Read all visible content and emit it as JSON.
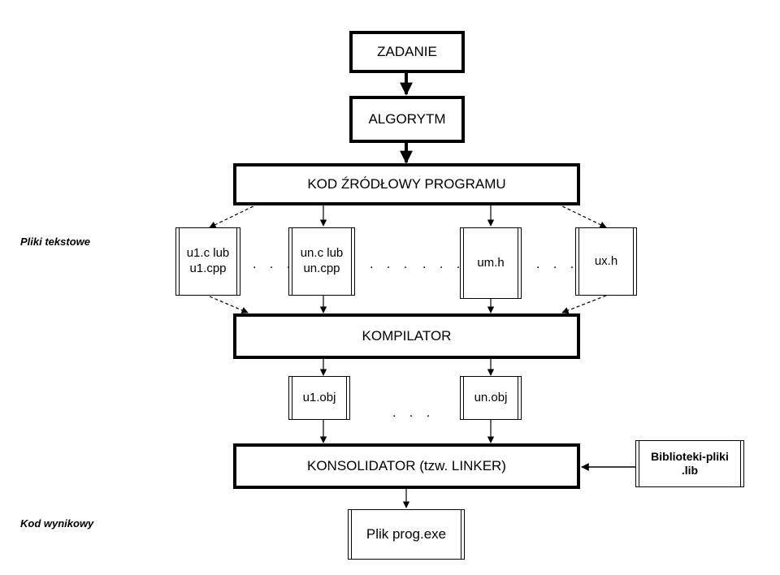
{
  "diagram": {
    "zadanie": "ZADANIE",
    "algorytm": "ALGORYTM",
    "kod_zrodlowy": "KOD ŹRÓDŁOWY PROGRAMU",
    "files": {
      "u1": "u1.c lub\nu1.cpp",
      "un": "un.c lub\nun.cpp",
      "um": "um.h",
      "ux": "ux.h"
    },
    "kompilator": "KOMPILATOR",
    "objects": {
      "u1": "u1.obj",
      "un": "un.obj"
    },
    "konsolidator": "KONSOLIDATOR (tzw. LINKER)",
    "biblioteki": "Biblioteki-pliki\n.lib",
    "output": "Plik prog.exe",
    "side_labels": {
      "pliki_tekstowe": "Pliki tekstowe",
      "kod_wynikowy": "Kod wynikowy"
    },
    "ellipsis": ". . ."
  }
}
